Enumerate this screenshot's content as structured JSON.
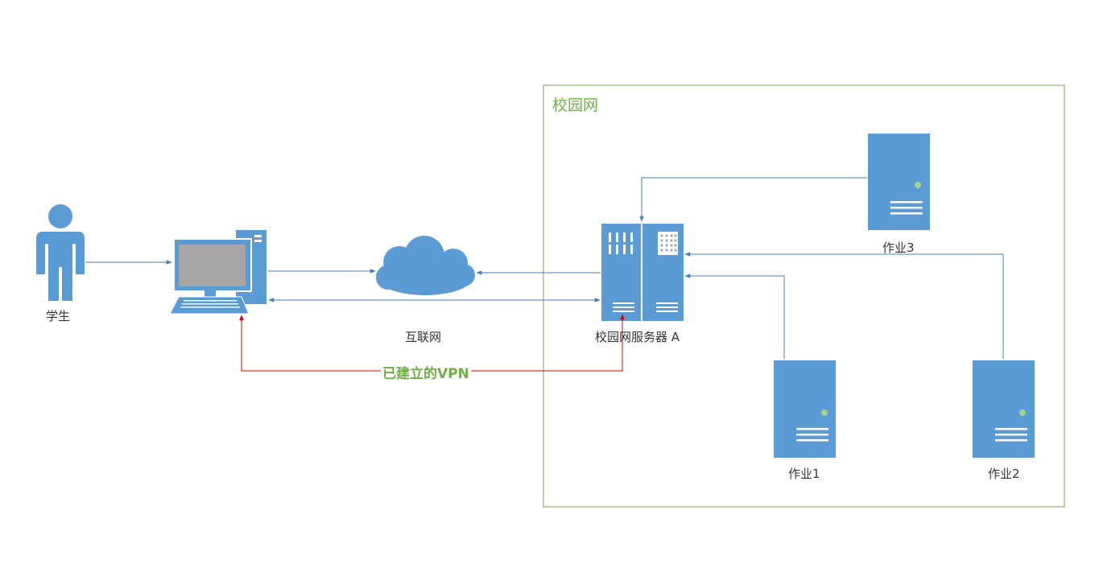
{
  "campus": {
    "title": "校园网"
  },
  "nodes": {
    "student": "学生",
    "internet": "互联网",
    "server_a": "校园网服务器 A",
    "job1": "作业1",
    "job2": "作业2",
    "job3": "作业3"
  },
  "vpn": {
    "label": "已建立的VPN"
  },
  "colors": {
    "icon_blue": "#5b9bd5",
    "line_blue": "#4a7ebb",
    "vpn_red": "#d50000",
    "campus_green": "#70ad47",
    "led_green": "#a9d18e",
    "screen_grey": "#a6a6a6"
  }
}
